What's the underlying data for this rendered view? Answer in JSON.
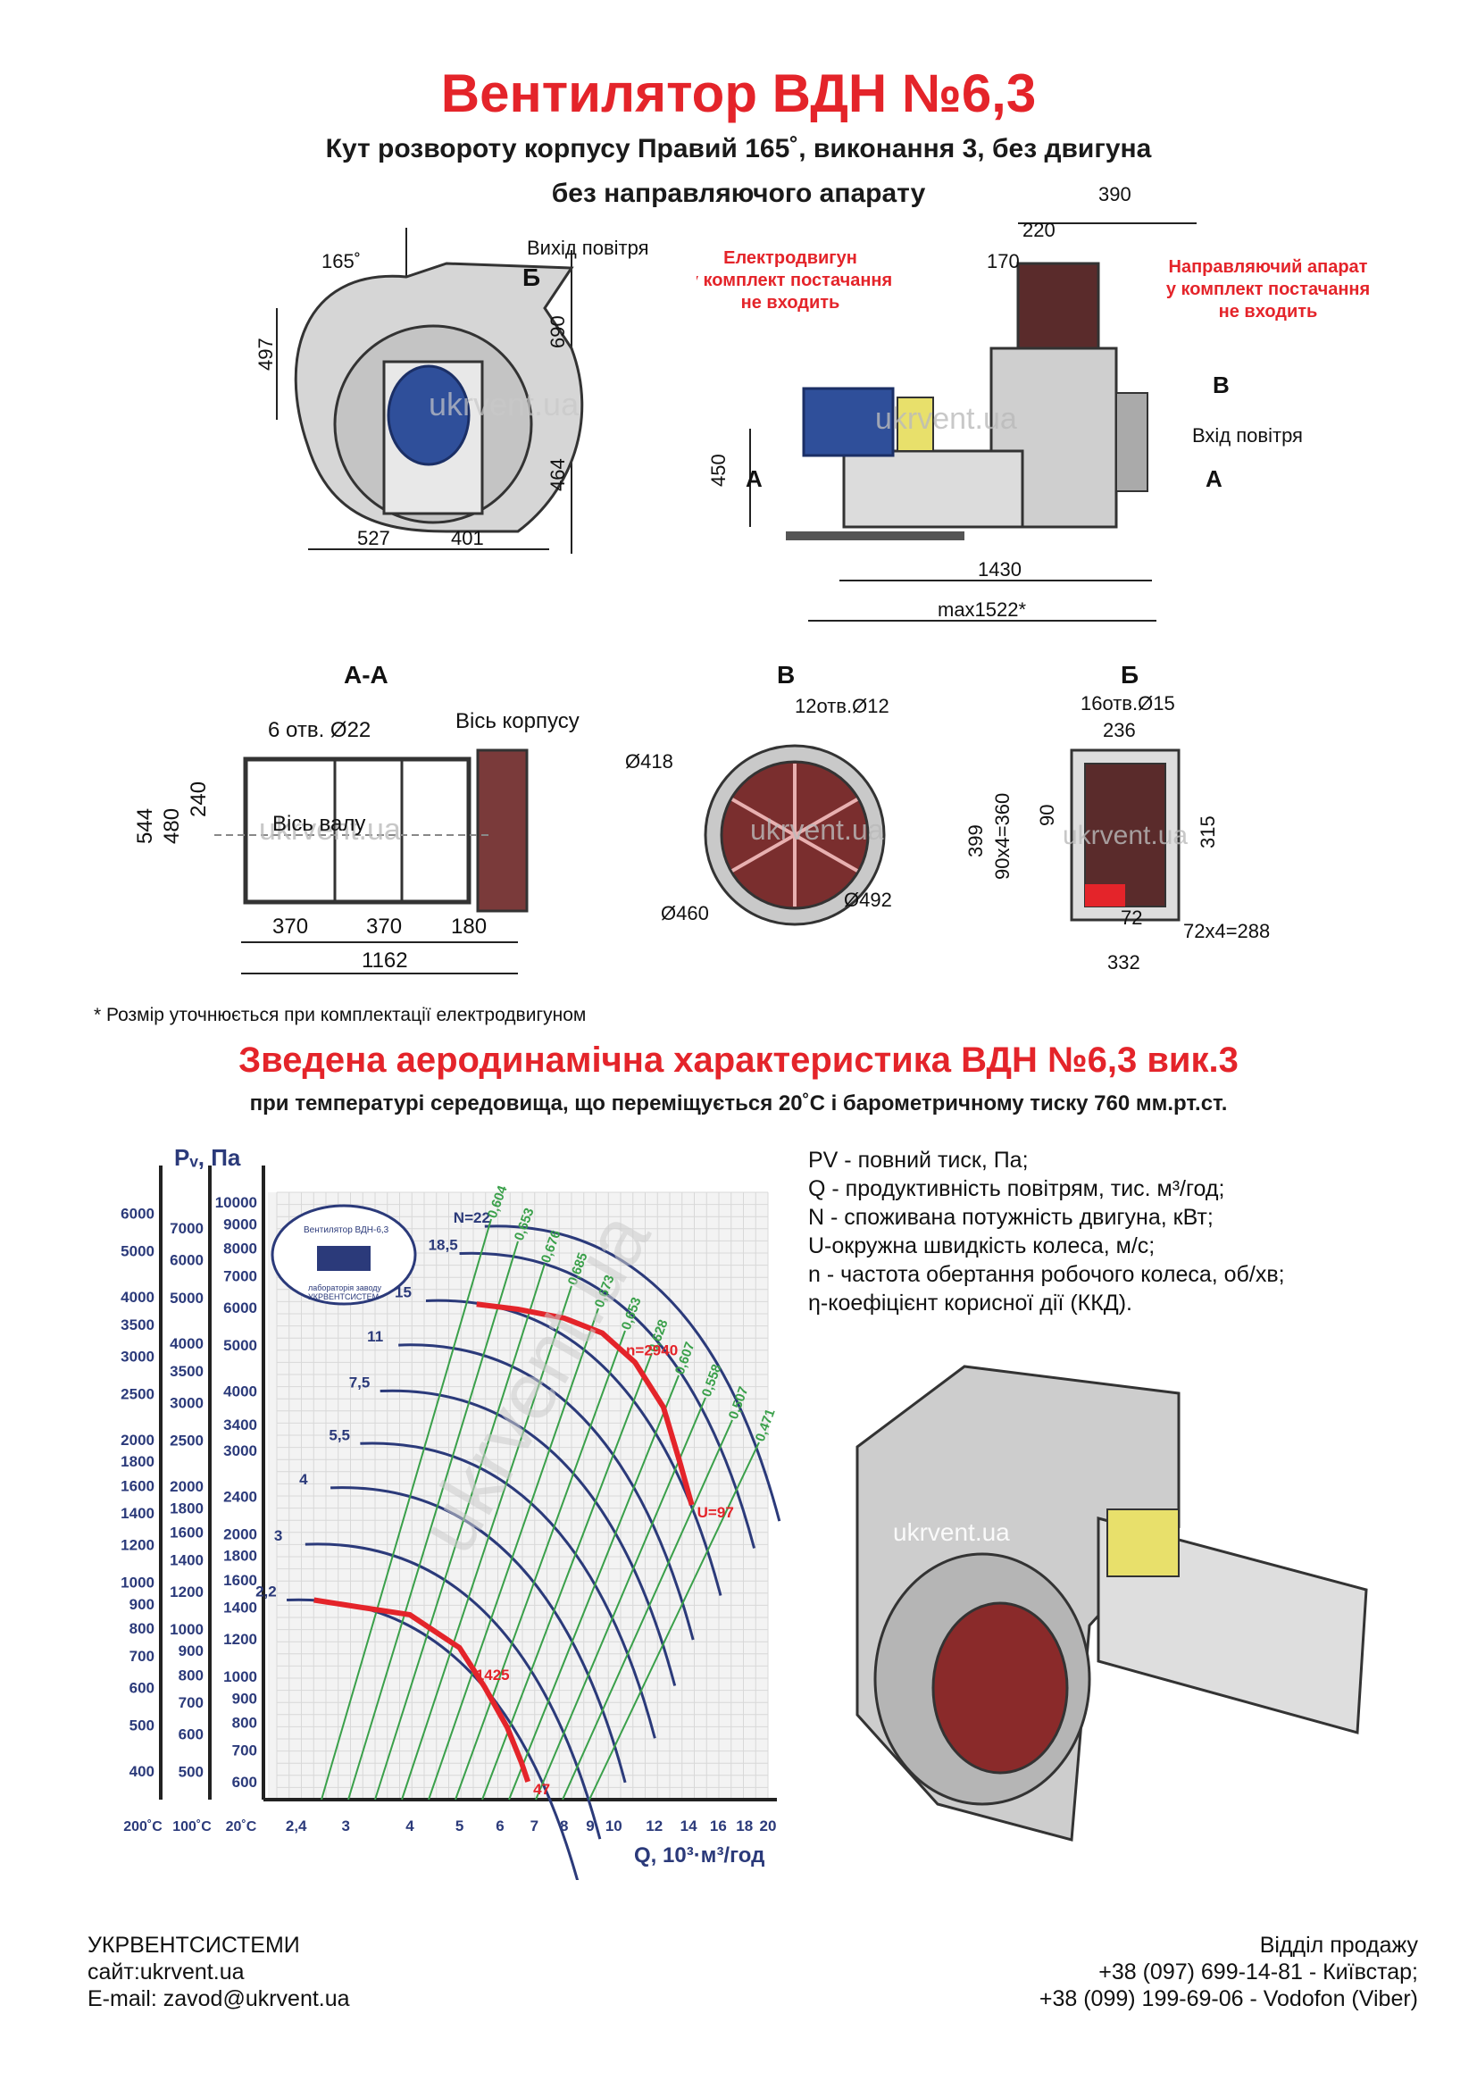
{
  "header": {
    "title": "Вентилятор  ВДН №6,3",
    "subtitle1": "Кут розвороту корпусу Правий 165˚, виконання 3, без двигуна",
    "subtitle2": "без направляючого апарату"
  },
  "front_view": {
    "angle": "165˚",
    "outlet": "Вихід повітря",
    "section_b": "Б",
    "d497": "497",
    "d690": "690",
    "d464": "464",
    "d527": "527",
    "d401": "401"
  },
  "side_view": {
    "motor_note": [
      "Електродвигун",
      "у комплект постачання",
      "не входить"
    ],
    "guide_note": [
      "Направляючий апарат",
      "у комплект постачання",
      "не входить"
    ],
    "d390": "390",
    "d220": "220",
    "d170": "170",
    "d450": "450",
    "d1430": "1430",
    "dmax": "max1522*",
    "sec_a": "А",
    "sec_b": "В",
    "inlet": "Вхід повітря",
    "watermark": "ukrvent.ua"
  },
  "section_aa": {
    "title": "А-А",
    "holes": "6 отв. Ø22",
    "housing_axis": "Вісь корпусу",
    "shaft_axis": "Вісь валу",
    "d544": "544",
    "d480": "480",
    "d240": "240",
    "d370a": "370",
    "d370b": "370",
    "d180": "180",
    "d1162": "1162"
  },
  "section_v": {
    "title": "В",
    "holes": "12отв.Ø12",
    "d418": "Ø418",
    "d460": "Ø460",
    "d492": "Ø492"
  },
  "section_b": {
    "title": "Б",
    "holes": "16отв.Ø15",
    "d236": "236",
    "d399": "399",
    "d360": "90x4=360",
    "d90": "90",
    "d315": "315",
    "d72": "72",
    "d288": "72x4=288",
    "d332": "332"
  },
  "note": "* Розмір уточнюється при комплектації електродвигуном",
  "chart_heading": "Зведена аеродинамічна характеристика ВДН №6,3 вик.3",
  "chart_subheading": "при температурі середовища, що переміщується 20˚С і барометричному тиску 760 мм.рт.ст.",
  "legend": [
    "PV - повний тиск, Па;",
    "Q - продуктивність повітрям, тис. м³/год;",
    "N - споживана потужність двигуна, кВт;",
    "U-окружна швидкість колеса, м/с;",
    "n - частота обертання робочого колеса, об/хв;",
    "η-коефіцієнт корисної дії (ККД)."
  ],
  "stamp": {
    "top": "Вентилятор ВДН-6,3",
    "bottom1": "лабораторія заводу",
    "bottom2": "УКРВЕНТСИСТЕМ",
    "watermark": "ukrvent.ua"
  },
  "chart_data": {
    "type": "line",
    "ylabel": "Pᵥ, Па",
    "xlabel": "Q, 10³·м³/год",
    "x_ticks": [
      "2,4",
      "3",
      "4",
      "5",
      "6",
      "7",
      "8",
      "9",
      "10",
      "12",
      "14",
      "16",
      "18",
      "20"
    ],
    "x_ticks_temp": [
      "200˚C",
      "100˚C",
      "20˚C"
    ],
    "y_axis_200C": [
      "6000",
      "5000",
      "4000",
      "3500",
      "3000",
      "2500",
      "2000",
      "1800",
      "1600",
      "1400",
      "1200",
      "1000",
      "900",
      "800",
      "700",
      "600",
      "500",
      "400"
    ],
    "y_axis_100C": [
      "7000",
      "6000",
      "5000",
      "4000",
      "3500",
      "3000",
      "2500",
      "2000",
      "1800",
      "1600",
      "1400",
      "1200",
      "1000",
      "900",
      "800",
      "700",
      "600",
      "500"
    ],
    "y_axis_20C": [
      "10000",
      "9000",
      "8000",
      "7000",
      "6000",
      "5000",
      "4000",
      "3400",
      "3000",
      "2400",
      "2000",
      "1800",
      "1600",
      "1400",
      "1200",
      "1000",
      "900",
      "800",
      "700",
      "600"
    ],
    "power_labels": [
      "N=22",
      "18,5",
      "15",
      "11",
      "7,5",
      "5,5",
      "4",
      "3",
      "2,2"
    ],
    "efficiency_labels": [
      "0,604",
      "0,653",
      "0,676",
      "0,685",
      "0,673",
      "0,653",
      "0,628",
      "0,607",
      "0,558",
      "0,507",
      "0,471"
    ],
    "series": [
      {
        "name": "n=2940",
        "end": "U=97",
        "x": [
          5.4,
          6.5,
          8,
          9.5,
          11,
          12.5,
          13.5,
          14.2
        ],
        "y": [
          6100,
          5950,
          5700,
          5300,
          4600,
          3700,
          2800,
          2300
        ]
      },
      {
        "name": "1425",
        "end": "47",
        "x": [
          2.6,
          3.2,
          4,
          5,
          5.6,
          6.2,
          6.6,
          6.8
        ],
        "y": [
          1450,
          1400,
          1350,
          1150,
          950,
          780,
          660,
          600
        ]
      }
    ]
  },
  "footer": {
    "company": "УКРВЕНТСИСТЕМИ",
    "site": "сайт:ukrvent.ua",
    "email": "E-mail: zavod@ukrvent.ua",
    "sales": "Відділ продажу",
    "phone1": "+38 (097) 699-14-81 - Київстар;",
    "phone2": "+38 (099) 199-69-06 - Vodofon (Viber)"
  }
}
